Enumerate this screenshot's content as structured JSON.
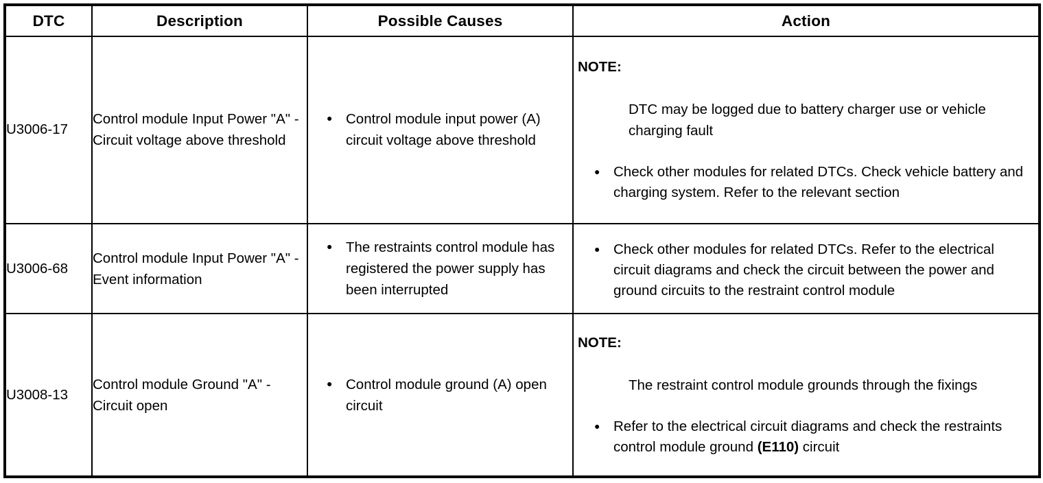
{
  "table": {
    "columns": [
      {
        "key": "dtc",
        "label": "DTC"
      },
      {
        "key": "desc",
        "label": "Description"
      },
      {
        "key": "cause",
        "label": "Possible Causes"
      },
      {
        "key": "action",
        "label": "Action"
      }
    ],
    "note_label": "NOTE:",
    "bullet_glyph": "●",
    "rows": [
      {
        "dtc": "U3006-17",
        "description": "Control module Input Power \"A\" - Circuit voltage above threshold",
        "causes": [
          "Control module input power (A) circuit voltage above threshold"
        ],
        "action": {
          "has_note": true,
          "note_label": "NOTE:",
          "note_text": "DTC may be logged due to battery charger use or vehicle charging fault",
          "bullets": [
            "Check other modules for related DTCs. Check vehicle battery and charging system. Refer to the relevant section"
          ]
        }
      },
      {
        "dtc": "U3006-68",
        "description": "Control module Input Power \"A\" - Event information",
        "causes": [
          "The restraints control module has registered the power supply has been interrupted"
        ],
        "action": {
          "has_note": false,
          "note_label": "",
          "note_text": "",
          "bullets": [
            "Check other modules for related DTCs. Refer to the electrical circuit diagrams and check the circuit between the power and ground circuits to the restraint control module"
          ]
        }
      },
      {
        "dtc": "U3008-13",
        "description": "Control module Ground \"A\" - Circuit open",
        "causes": [
          "Control module ground (A) open circuit"
        ],
        "action": {
          "has_note": true,
          "note_label": "NOTE:",
          "note_text": "The restraint control module grounds through the fixings",
          "bullets_rich": [
            {
              "parts": [
                {
                  "text": "Refer to the electrical circuit diagrams and check the restraints control module ground ",
                  "bold": false
                },
                {
                  "text": "(E110)",
                  "bold": true
                },
                {
                  "text": " circuit",
                  "bold": false
                }
              ]
            }
          ]
        }
      }
    ]
  },
  "colors": {
    "background": "#ffffff",
    "text": "#000000",
    "border": "#000000"
  }
}
